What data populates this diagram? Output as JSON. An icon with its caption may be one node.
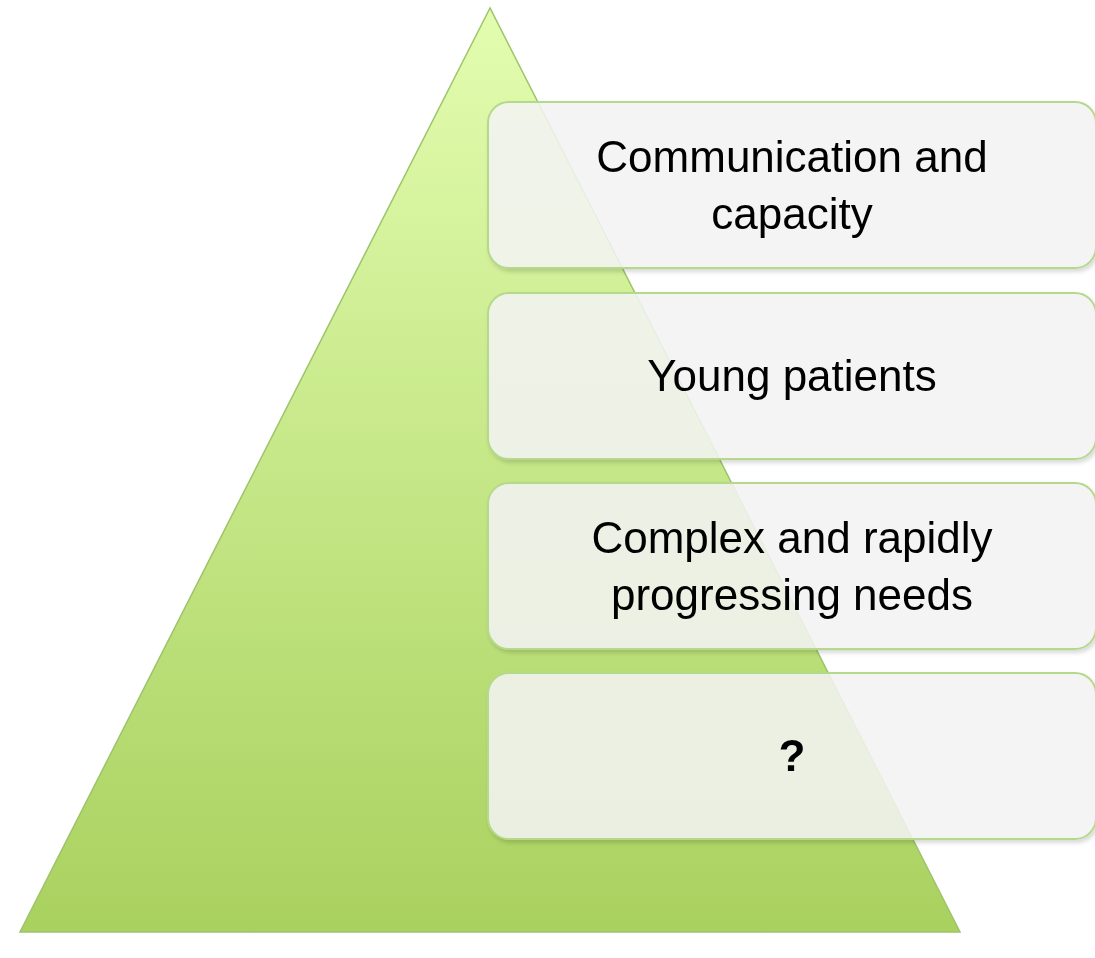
{
  "diagram": {
    "nodes": [
      {
        "text": [],
        "shape": "triangle"
      },
      {
        "text": [
          "Communication and capacity"
        ]
      },
      {
        "text": [
          "Young patients"
        ]
      },
      {
        "text": [
          "Complex and rapidly progressing needs"
        ]
      },
      {
        "text": [
          "?"
        ]
      }
    ]
  }
}
